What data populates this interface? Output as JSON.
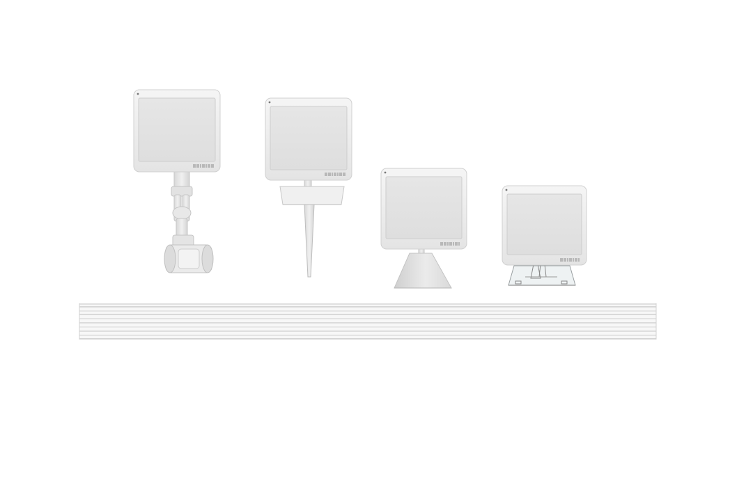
{
  "scene": {
    "description_visible_text": [],
    "colors": {
      "background": "#ffffff",
      "frame": "#ececec",
      "frame_edge": "#d2d2d2",
      "screen": "#e2e2e2",
      "screen_edge": "#cfcfcf",
      "stand": "#e6e6e6",
      "stand_shadow": "#c8c8c8",
      "rail": "#f2f2f2",
      "rail_line": "#bdbdbd",
      "acrylic": "#e9eef0"
    },
    "devices": [
      {
        "mount": "clamp-arm",
        "icon": "clip-clamp-icon"
      },
      {
        "mount": "spike-stake",
        "icon": "spike-icon"
      },
      {
        "mount": "pyramid-base",
        "icon": "pedestal-icon"
      },
      {
        "mount": "acrylic-stand",
        "icon": "acrylic-holder-icon"
      }
    ]
  }
}
